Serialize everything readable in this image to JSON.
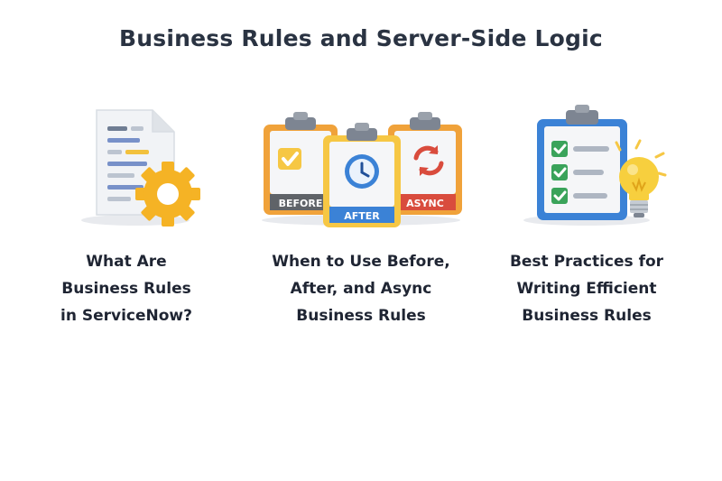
{
  "page_title": "Business Rules and Server-Side Logic",
  "cards": [
    {
      "lines": [
        "What Are",
        "Business Rules",
        "in ServiceNow?"
      ],
      "icon": "document-gear-icon"
    },
    {
      "lines": [
        "When to Use Before,",
        "After, and Async",
        "Business Rules"
      ],
      "icon": "clipboards-icon",
      "labels": {
        "before": "BEFORE",
        "after": "AFTER",
        "async": "ASYNC"
      }
    },
    {
      "lines": [
        "Best Practices for",
        "Writing Efficient",
        "Business Rules"
      ],
      "icon": "checklist-lightbulb-icon"
    }
  ],
  "colors": {
    "orange": "#f0a23a",
    "yellow": "#f6c744",
    "blue": "#3b82d6",
    "green": "#3aa35a",
    "red": "#d94c3d",
    "gray": "#5f6368"
  }
}
